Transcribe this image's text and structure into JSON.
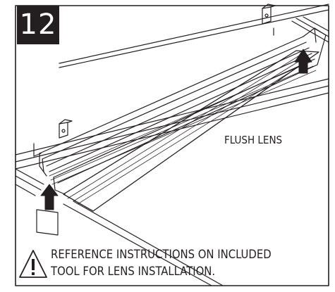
{
  "step": {
    "number": "12"
  },
  "callout": {
    "label": "FLUSH LENS"
  },
  "warning": {
    "icon": "warning-triangle-icon",
    "line1": "REFERENCE INSTRUCTIONS ON INCLUDED",
    "line2": "TOOL FOR LENS INSTALLATION."
  },
  "colors": {
    "ink": "#231f20",
    "paper": "#ffffff"
  }
}
